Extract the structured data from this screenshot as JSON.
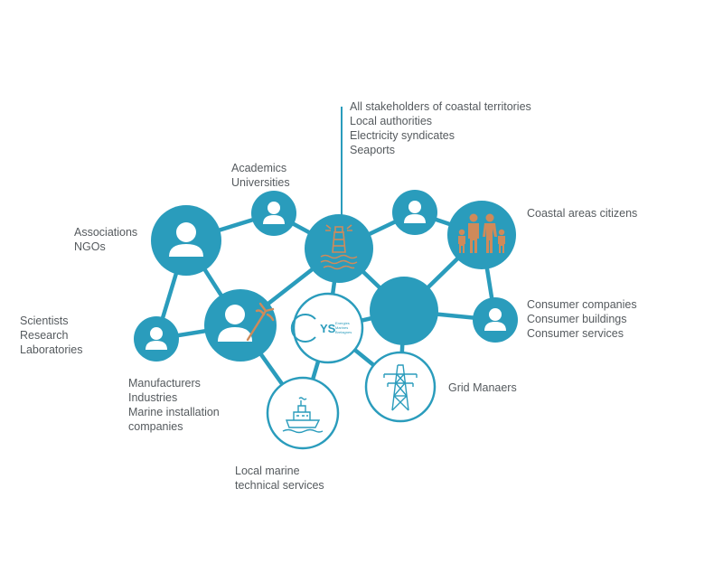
{
  "colors": {
    "primary": "#2a9cbc",
    "accent": "#cf8a5a",
    "line": "#2a9cbc",
    "text": "#555a5e",
    "white": "#ffffff"
  },
  "labels": {
    "top_stakeholders": [
      "All stakeholders of coastal territories",
      "Local authorities",
      "Electricity syndicates",
      "Seaports"
    ],
    "academics": [
      "Academics",
      "Universities"
    ],
    "associations": [
      "Associations",
      "NGOs"
    ],
    "scientists": [
      "Scientists",
      "Research",
      "Laboratories"
    ],
    "coastal_citizens": [
      "Coastal areas citizens"
    ],
    "consumers": [
      "Consumer companies",
      "Consumer buildings",
      "Consumer services"
    ],
    "manufacturers": [
      "Manufacturers",
      "Industries",
      "Marine installation",
      "companies"
    ],
    "grid_managers": [
      "Grid Manaers"
    ],
    "marine_services": [
      "Local marine",
      "technical services"
    ]
  },
  "logo": {
    "letters": "YS",
    "line1": "Energies",
    "line2": "Marines",
    "line3": "Bretagnes"
  },
  "icons": {
    "lighthouse_node": "lighthouse-icon",
    "family_node": "family-icon",
    "manufacturer_node": "trident-icon",
    "marine_node": "boat-icon",
    "grid_node": "pylon-icon",
    "person_nodes": "person-icon"
  }
}
